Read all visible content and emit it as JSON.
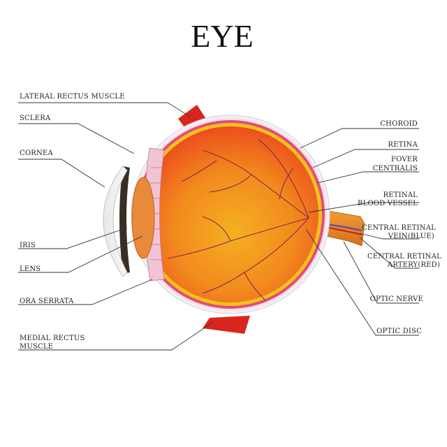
{
  "title": "EYE",
  "labels": {
    "lateral_rectus": "LATERAL RECTUS MUSCLE",
    "sclera": "SCLERA",
    "cornea": "CORNEA",
    "iris": "IRIS",
    "lens": "LENS",
    "ora_serrata": "ORA SERRATA",
    "medial_rectus_1": "MEDIAL RECTUS",
    "medial_rectus_2": "MUSCLE",
    "choroid": "CHOROID",
    "retina": "RETINA",
    "fovea_1": "FOVER",
    "fovea_2": "CENTRALIS",
    "retinal_vessel_1": "RETINAL",
    "retinal_vessel_2": "BLOOD VESSEL",
    "central_vein_1": "CENTRAL RETINAL",
    "central_vein_2": "VEIN(BLUE)",
    "central_artery_1": "CENTRAL RETINAL",
    "central_artery_2": "ARTERY(RED)",
    "optic_nerve": "OPTIC NERVE",
    "optic_disc": "OPTIC DISC"
  },
  "colors": {
    "vitreous_center": "#f2a21e",
    "vitreous_edge": "#ef5a1e",
    "retina_band": "#f2c21a",
    "choroid_band": "#e44b7a",
    "sclera": "#f3e2ea",
    "muscle": "#d8261e",
    "nerve": "#e8931e",
    "vein": "#5a4bb0",
    "artery": "#c8271c"
  }
}
